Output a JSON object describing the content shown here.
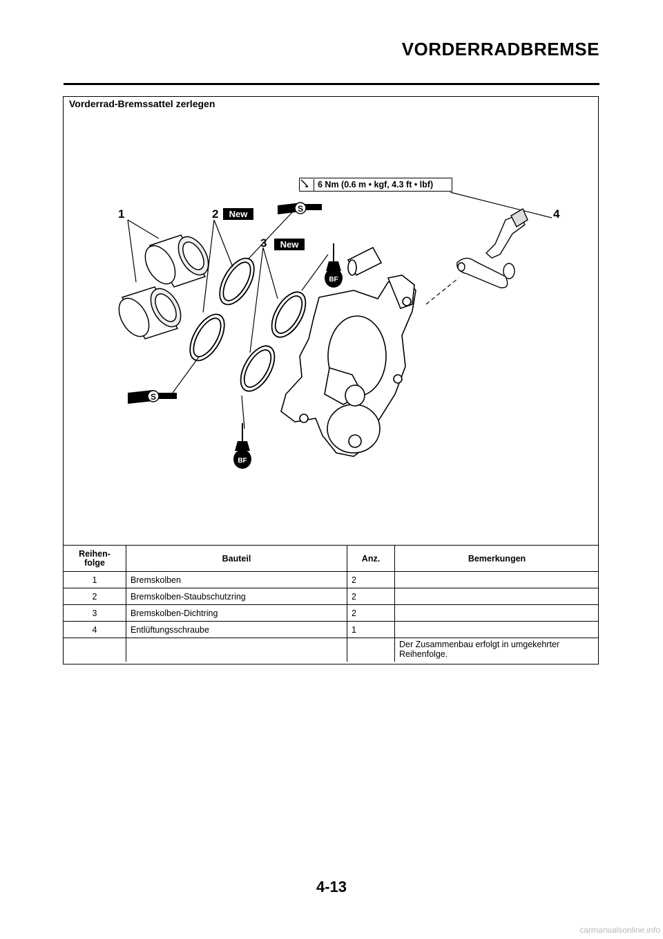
{
  "header": {
    "title": "VORDERRADBREMSE"
  },
  "section": {
    "title": "Vorderrad-Bremssattel zerlegen"
  },
  "figure": {
    "torque": "6 Nm (0.6 m • kgf, 4.3 ft • lbf)",
    "callouts": [
      "1",
      "2",
      "3",
      "4"
    ],
    "new_label": "New",
    "grease_label": "S",
    "fluid_label": "BF"
  },
  "table": {
    "headers": {
      "order": "Reihen-\nfolge",
      "part": "Bauteil",
      "qty": "Anz.",
      "remarks": "Bemerkungen"
    },
    "rows": [
      {
        "order": "1",
        "part": "Bremskolben",
        "qty": "2",
        "remarks": ""
      },
      {
        "order": "2",
        "part": "Bremskolben-Staubschutzring",
        "qty": "2",
        "remarks": ""
      },
      {
        "order": "3",
        "part": "Bremskolben-Dichtring",
        "qty": "2",
        "remarks": ""
      },
      {
        "order": "4",
        "part": "Entlüftungsschraube",
        "qty": "1",
        "remarks": ""
      }
    ],
    "note": "Der Zusammenbau erfolgt in umgekehrter Reihenfolge."
  },
  "footer": {
    "page_number": "4-13",
    "watermark": "carmanualsonline.info"
  }
}
